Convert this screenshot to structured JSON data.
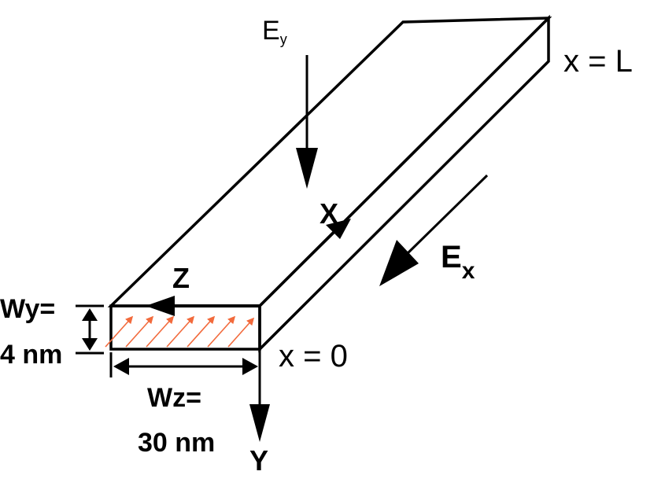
{
  "labels": {
    "field_y_main": "E",
    "field_y_sub": "y",
    "field_x_main": "E",
    "field_x_sub": "x",
    "end_far": "x = L",
    "end_near": "x = 0",
    "axis_x": "X",
    "axis_y": "Y",
    "axis_z": "Z",
    "wy_top": "Wy=",
    "wy_bottom": "4 nm",
    "wz_top": "Wz=",
    "wz_bottom": "30 nm"
  },
  "colors": {
    "line": "#000000",
    "hatch": "#f26a3c",
    "background": "#ffffff"
  }
}
